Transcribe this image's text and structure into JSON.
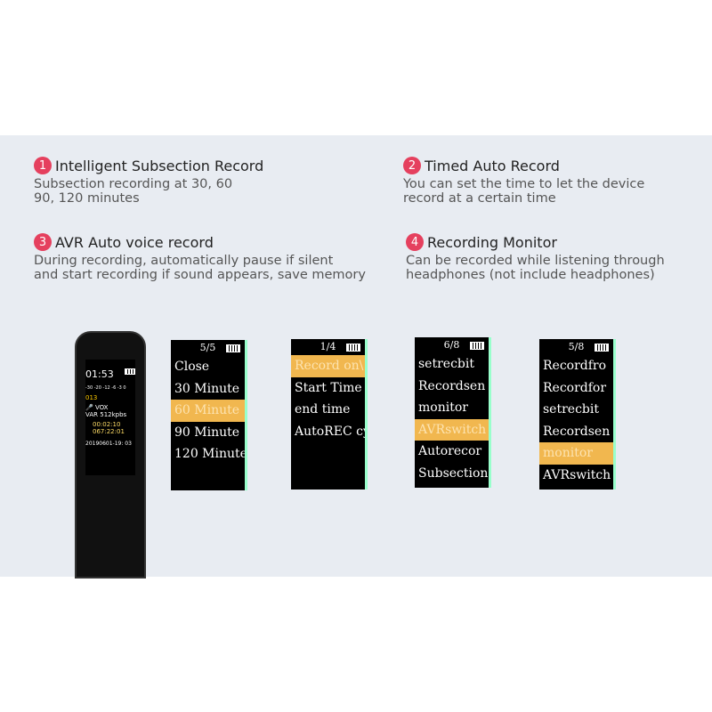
{
  "features": [
    {
      "num": "1",
      "title": "Intelligent Subsection Record",
      "desc": "Subsection recording at 30, 60\n90, 120 minutes"
    },
    {
      "num": "2",
      "title": "Timed Auto Record",
      "desc": "You can set the time to let the device\nrecord at a certain time"
    },
    {
      "num": "3",
      "title": "AVR Auto voice record",
      "desc": "During recording, automatically pause if silent\nand start recording if sound appears, save memory"
    },
    {
      "num": "4",
      "title": "Recording Monitor",
      "desc": "Can be recorded while listening through\nheadphones (not include headphones)"
    }
  ],
  "device": {
    "time": "01:53",
    "scale": "-30 -20 -12 -6 -3 0",
    "file": "013",
    "vox": "VOX",
    "bitrate_label": "VAR",
    "bitrate": "512kpbs",
    "elapsed": "00:02:10",
    "remaining": "067:22:01",
    "filename": "20190601-19: 03"
  },
  "screens": [
    {
      "page": "5/5",
      "items": [
        "Close",
        "30 Minute",
        "60 Minute",
        "90 Minute",
        "120 Minute"
      ],
      "selected": 2
    },
    {
      "page": "1/4",
      "items": [
        "Record on\\",
        "Start Time",
        "end time",
        "AutoREC cy"
      ],
      "selected": 0
    },
    {
      "page": "6/8",
      "items": [
        "setrecbit",
        "Recordsen",
        "monitor",
        "AVRswitch",
        "Autorecor",
        "Subsection"
      ],
      "selected": 3
    },
    {
      "page": "5/8",
      "items": [
        "Recordfro",
        "Recordfor",
        "setrecbit",
        "Recordsen",
        "monitor",
        "AVRswitch"
      ],
      "selected": 4
    }
  ],
  "colors": {
    "badge": "#e5405e",
    "highlight": "#f1b74f",
    "band": "#e8ecf2"
  }
}
